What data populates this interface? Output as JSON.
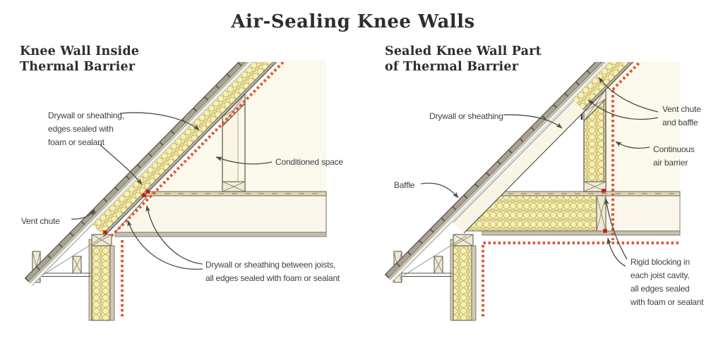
{
  "title": "Air-Sealing Knee Walls",
  "colors": {
    "air_barrier_red": "#e25732",
    "sealant_marker_red": "#cc1a1a",
    "insulation_yellow": "#f6f1b0",
    "structure_outline": "#55524b",
    "text_dark": "#2e2c2d",
    "label_gray": "#404040"
  },
  "left": {
    "heading": {
      "lines": [
        "Knee Wall Inside",
        "Thermal Barrier"
      ]
    },
    "labels": {
      "drywall_sealed": {
        "lines": [
          "Drywall or sheathing,",
          "edges sealed with",
          "foam or sealant"
        ]
      },
      "vent_chute": {
        "lines": [
          "Vent chute"
        ]
      },
      "conditioned_space": {
        "lines": [
          "Conditioned space"
        ]
      },
      "drywall_between_joists": {
        "lines": [
          "Drywall or sheathing between joists,",
          "all edges sealed with foam or sealant"
        ]
      }
    }
  },
  "right": {
    "heading": {
      "lines": [
        "Sealed Knee Wall Part",
        "of Thermal Barrier"
      ]
    },
    "labels": {
      "drywall_or_sheathing": {
        "lines": [
          "Drywall or sheathing"
        ]
      },
      "baffle": {
        "lines": [
          "Baffle"
        ]
      },
      "vent_chute_baffle": {
        "lines": [
          "Vent chute",
          "and baffle"
        ]
      },
      "continuous_air_barrier": {
        "lines": [
          "Continuous",
          "air barrier"
        ]
      },
      "rigid_blocking": {
        "lines": [
          "Rigid blocking in",
          "each joist cavity,",
          "all edges sealed",
          "with foam or sealant"
        ]
      }
    }
  }
}
